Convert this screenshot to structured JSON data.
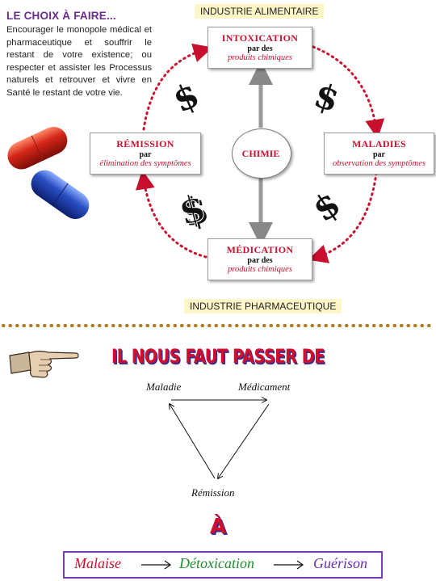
{
  "intro": {
    "title": "LE CHOIX À FAIRE...",
    "text": "Encourager le monopole médical et pharmaceutique et souffrir le restant de votre existence; ou respecter et assister les Processus naturels et retrouver et vivre en Santé le restant de votre vie."
  },
  "cycle": {
    "industry_top": "INDUSTRIE ALIMENTAIRE",
    "industry_bottom": "INDUSTRIE PHARMACEUTIQUE",
    "center": "CHIMIE",
    "intoxication": {
      "title": "INTOXICATION",
      "par": "par des",
      "detail": "produits chimiques"
    },
    "maladies": {
      "title": "MALADIES",
      "par": "par",
      "detail": "observation des symptômes"
    },
    "medication": {
      "title": "MÉDICATION",
      "par": "par des",
      "detail": "produits chimiques"
    },
    "remission": {
      "title": "RÉMISSION",
      "par": "par",
      "detail": "élimination des symptômes"
    },
    "symbols": {
      "top_left": "$",
      "top_right": "$",
      "bottom_left": "$",
      "bottom_right": "$"
    }
  },
  "headline": "IL NOUS FAUT PASSER DE",
  "triangle": {
    "left": "Maladie",
    "right": "Médicament",
    "bottom": "Rémission"
  },
  "to_word": "À",
  "final": {
    "words": [
      "Malaise",
      "Détoxication",
      "Guérison"
    ],
    "colors": [
      "#c8102e",
      "#1f8a2e",
      "#6a2cb8"
    ]
  },
  "colors": {
    "accent_red": "#c8102e",
    "dot_brown": "#b07a1c",
    "capsule_red": "#d5271a",
    "capsule_blue": "#2a4fc4"
  }
}
